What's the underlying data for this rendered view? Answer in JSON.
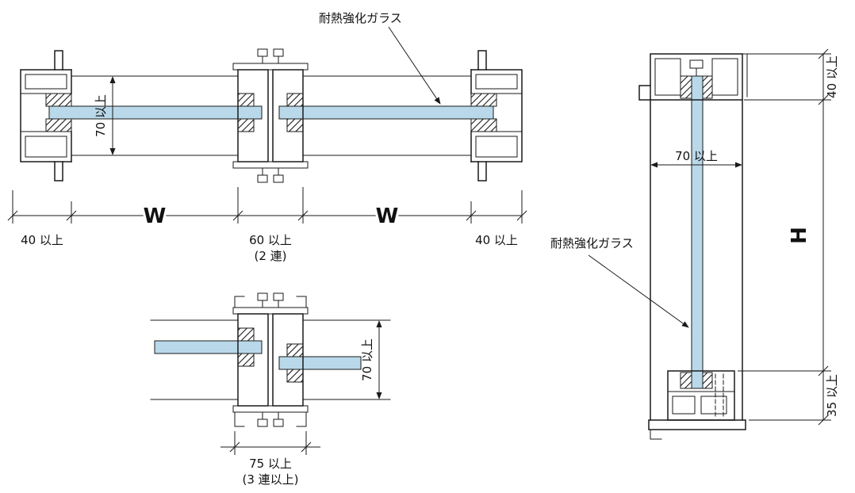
{
  "colors": {
    "glass": "#b9d9ea",
    "line": "#1a1a1a"
  },
  "plan_section": {
    "glass_label": "耐熱強化ガラス",
    "depth_dim": "70 以上",
    "bay_width_left": "W",
    "bay_width_right": "W",
    "end_frame_left": "40 以上",
    "joint_width": "60 以上",
    "joint_note": "(2 連)",
    "end_frame_right": "40 以上"
  },
  "triple_joint_detail": {
    "depth_dim": "70 以上",
    "joint_width": "75 以上",
    "joint_note": "(3 連以上)"
  },
  "vertical_section": {
    "glass_label": "耐熱強化ガラス",
    "head_dim": "40 以上",
    "depth_dim": "70 以上",
    "height_dim": "H",
    "sill_dim": "35 以上"
  }
}
